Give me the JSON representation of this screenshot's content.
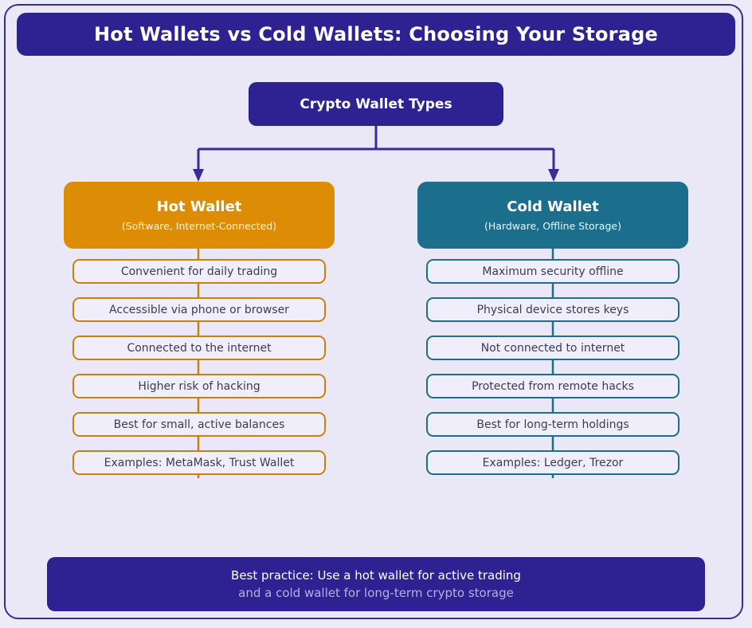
{
  "header": {
    "title": "Hot Wallets vs Cold Wallets: Choosing Your Storage"
  },
  "root": {
    "label": "Crypto Wallet Types"
  },
  "colors": {
    "indigo": "#2e2191",
    "hot_accent": "#dd8c06",
    "cold_accent": "#1b6e8c",
    "page_background": "#eae8f7",
    "item_background": "#f0eefb",
    "item_text": "#3c3c50"
  },
  "branches": [
    {
      "id": "hot-wallet",
      "title": "Hot Wallet",
      "subtitle": "(Software, Internet-Connected)",
      "accent": "#dd8c06",
      "items": [
        "Convenient for daily trading",
        "Accessible via phone or browser",
        "Connected to the internet",
        "Higher risk of hacking",
        "Best for small, active balances",
        "Examples: MetaMask, Trust Wallet"
      ]
    },
    {
      "id": "cold-wallet",
      "title": "Cold Wallet",
      "subtitle": "(Hardware, Offline Storage)",
      "accent": "#1b6e8c",
      "items": [
        "Maximum security offline",
        "Physical device stores keys",
        "Not connected to internet",
        "Protected from remote hacks",
        "Best for long-term holdings",
        "Examples: Ledger, Trezor"
      ]
    }
  ],
  "footer": {
    "line1": "Best practice: Use a hot wallet for active trading",
    "line2": "and a cold wallet for long-term crypto storage"
  }
}
